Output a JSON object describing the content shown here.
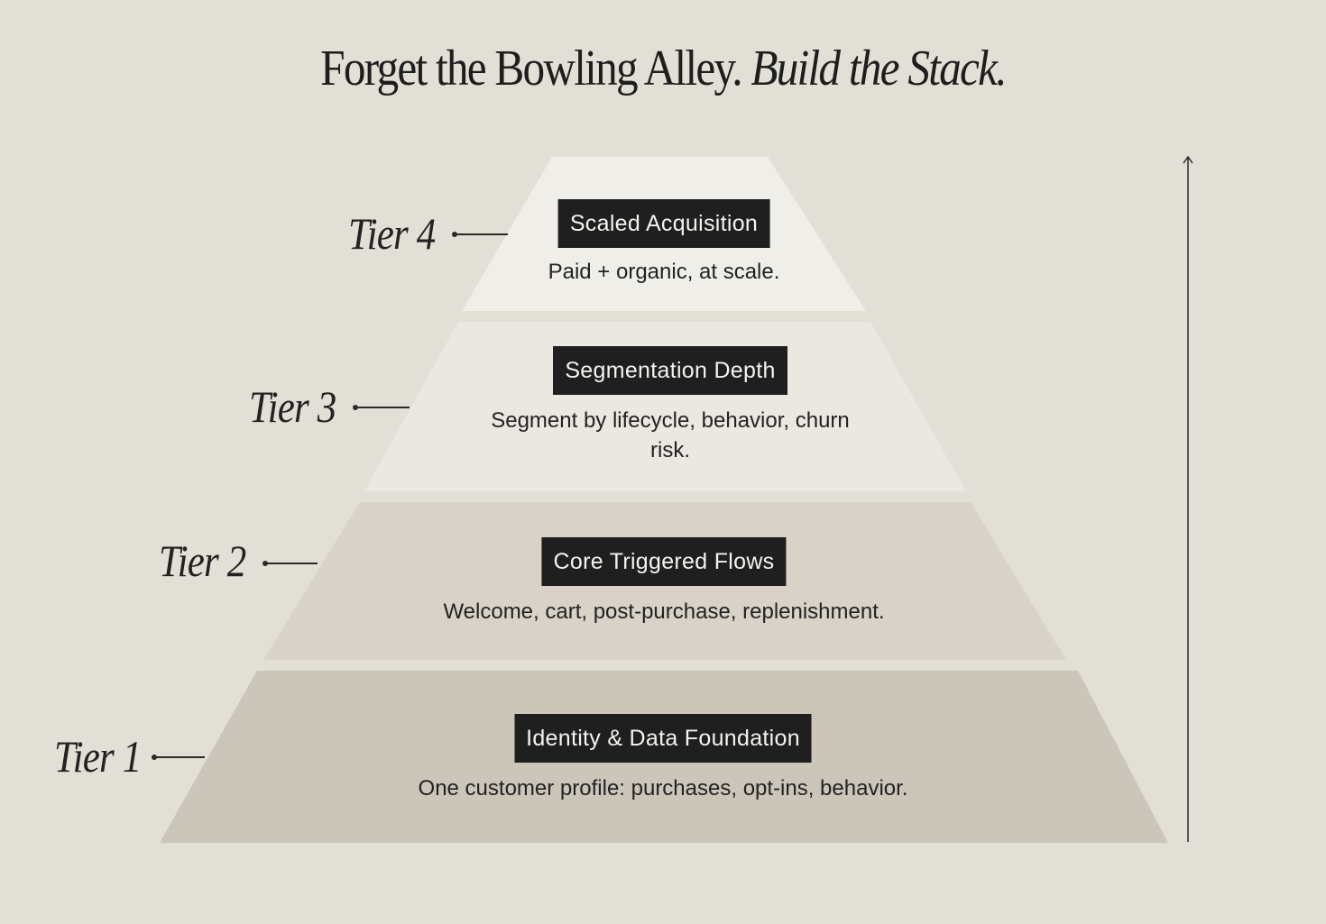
{
  "title": {
    "main": "Forget the Bowling Alley.",
    "emphasis": "Build the Stack."
  },
  "tiers": [
    {
      "label": "Tier 4",
      "heading": "Scaled Acquisition",
      "description": "Paid + organic, at scale.",
      "fill": "#f0eee8"
    },
    {
      "label": "Tier 3",
      "heading": "Segmentation Depth",
      "description": "Segment by lifecycle, behavior, churn risk.",
      "fill": "#ebe8e1"
    },
    {
      "label": "Tier 2",
      "heading": "Core Triggered Flows",
      "description": "Welcome, cart, post-purchase, replenishment.",
      "fill": "#d8d2c8"
    },
    {
      "label": "Tier 1",
      "heading": "Identity & Data Foundation",
      "description": "One customer profile: purchases, opt-ins, behavior.",
      "fill": "#ccc5ba"
    }
  ],
  "colors": {
    "background": "#e2dfd6",
    "badge": "#1f1f1f",
    "badge_text": "#f5f3ee",
    "ink": "#1b1b1b"
  },
  "icons": {
    "progress_arrow": "up-arrow-icon"
  }
}
